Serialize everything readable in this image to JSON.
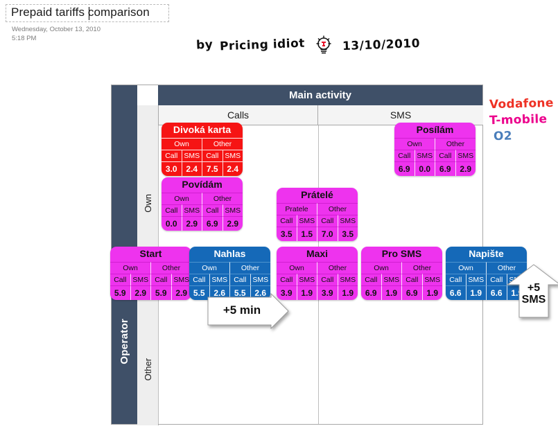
{
  "page": {
    "title": "Prepaid tariffs comparison",
    "date": "Wednesday, October 13, 2010",
    "time": "5:18 PM"
  },
  "byline": {
    "prefix": "by",
    "author": "Pricing idiot",
    "date": "13/10/2010",
    "icon": "lightbulb-icon"
  },
  "chart_data": {
    "type": "table",
    "title": "Main activity",
    "column_axis_label": "Main activity",
    "row_axis_label": "Operator",
    "columns": [
      "Calls",
      "SMS"
    ],
    "rows": [
      "Own",
      "Other"
    ],
    "sub_headers": [
      "Own",
      "Other"
    ],
    "metrics": [
      "Call",
      "SMS",
      "Call",
      "SMS"
    ],
    "cards": [
      {
        "name": "Divoka karta",
        "display_name": "Divoká karta",
        "operator": "Vodafone",
        "color": "#f61414",
        "column": "Calls",
        "row": "Own",
        "groups": [
          "Own",
          "Other"
        ],
        "metrics": [
          "Call",
          "SMS",
          "Call",
          "SMS"
        ],
        "values": [
          "3.0",
          "2.4",
          "7.5",
          "2.4"
        ]
      },
      {
        "name": "Povidam",
        "display_name": "Povídám",
        "operator": "T-mobile",
        "color": "#ee33ee",
        "column": "Calls",
        "row": "Own",
        "groups": [
          "Own",
          "Other"
        ],
        "metrics": [
          "Call",
          "SMS",
          "Call",
          "SMS"
        ],
        "values": [
          "0.0",
          "2.9",
          "6.9",
          "2.9"
        ]
      },
      {
        "name": "Pratele",
        "display_name": "Prátelé",
        "operator": "T-mobile",
        "color": "#ee33ee",
        "column": "Calls",
        "row": "Own",
        "groups": [
          "Pratele",
          "Other"
        ],
        "metrics": [
          "Call",
          "SMS",
          "Call",
          "SMS"
        ],
        "values": [
          "3.5",
          "1.5",
          "7.0",
          "3.5"
        ]
      },
      {
        "name": "Posilam",
        "display_name": "Posílám",
        "operator": "T-mobile",
        "color": "#ee33ee",
        "column": "SMS",
        "row": "Own",
        "groups": [
          "Own",
          "Other"
        ],
        "metrics": [
          "Call",
          "SMS",
          "Call",
          "SMS"
        ],
        "values": [
          "6.9",
          "0.0",
          "6.9",
          "2.9"
        ]
      },
      {
        "name": "Start",
        "display_name": "Start",
        "operator": "T-mobile",
        "color": "#ee33ee",
        "column": "Calls",
        "row": "Other",
        "groups": [
          "Own",
          "Other"
        ],
        "metrics": [
          "Call",
          "SMS",
          "Call",
          "SMS"
        ],
        "values": [
          "5.9",
          "2.9",
          "5.9",
          "2.9"
        ]
      },
      {
        "name": "Nahlas",
        "display_name": "Nahlas",
        "operator": "O2",
        "color": "#1569b8",
        "column": "Calls",
        "row": "Other",
        "groups": [
          "Own",
          "Other"
        ],
        "metrics": [
          "Call",
          "SMS",
          "Call",
          "SMS"
        ],
        "values": [
          "5.5",
          "2.6",
          "5.5",
          "2.6"
        ]
      },
      {
        "name": "Maxi",
        "display_name": "Maxi",
        "operator": "T-mobile",
        "color": "#ee33ee",
        "column": "Calls",
        "row": "Other",
        "groups": [
          "Own",
          "Other"
        ],
        "metrics": [
          "Call",
          "SMS",
          "Call",
          "SMS"
        ],
        "values": [
          "3.9",
          "1.9",
          "3.9",
          "1.9"
        ]
      },
      {
        "name": "Pro SMS",
        "display_name": "Pro SMS",
        "operator": "T-mobile",
        "color": "#ee33ee",
        "column": "SMS",
        "row": "Other",
        "groups": [
          "Own",
          "Other"
        ],
        "metrics": [
          "Call",
          "SMS",
          "Call",
          "SMS"
        ],
        "values": [
          "6.9",
          "1.9",
          "6.9",
          "1.9"
        ]
      },
      {
        "name": "Napiste",
        "display_name": "Napište",
        "operator": "O2",
        "color": "#1569b8",
        "column": "SMS",
        "row": "Other",
        "groups": [
          "Own",
          "Other"
        ],
        "metrics": [
          "Call",
          "SMS",
          "Call",
          "SMS"
        ],
        "values": [
          "6.6",
          "1.9",
          "6.6",
          "1.9"
        ]
      }
    ],
    "annotations": [
      {
        "label": "+5 min",
        "direction": "right"
      },
      {
        "label": "+5\nSMS",
        "line1": "+5",
        "line2": "SMS",
        "direction": "up"
      }
    ]
  },
  "legend": {
    "items": [
      {
        "label": "Vodafone",
        "color": "#ee3124"
      },
      {
        "label": "T-mobile",
        "color": "#ec008c"
      },
      {
        "label": "O2",
        "color": "#4a7ebb"
      }
    ]
  }
}
